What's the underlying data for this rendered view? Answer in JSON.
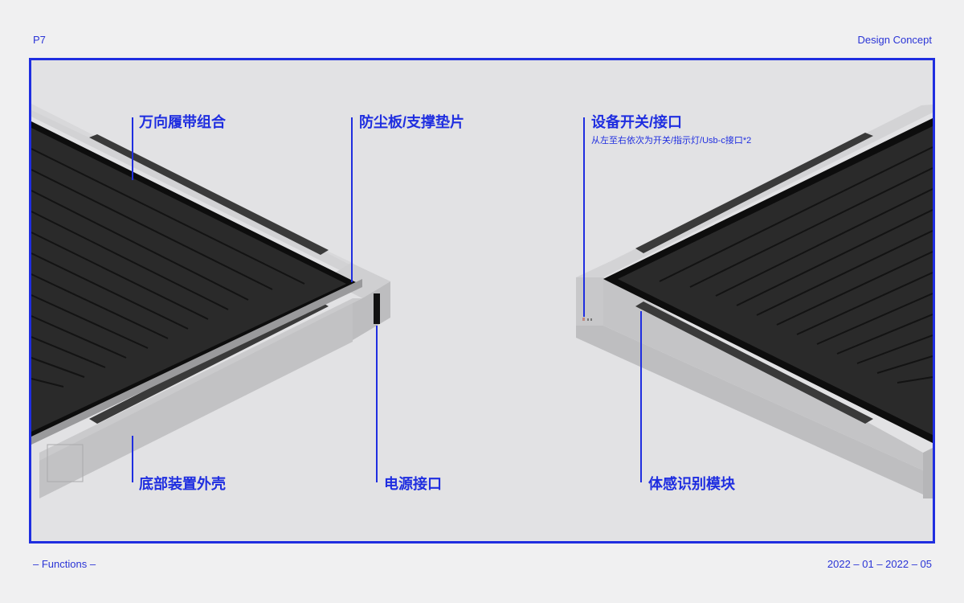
{
  "header": {
    "page_number": "P7",
    "section_title": "Design Concept"
  },
  "footer": {
    "section_label": "– Functions –",
    "date_range": "2022 – 01 – 2022 – 05"
  },
  "callouts": {
    "track": {
      "label": "万向履带组合"
    },
    "dust_panel": {
      "label": "防尘板/支撑垫片"
    },
    "switch_port": {
      "label": "设备开关/接口",
      "sub": "从左至右依次为开关/指示灯/Usb-c接口*2"
    },
    "bottom_shell": {
      "label": "底部装置外壳"
    },
    "power_port": {
      "label": "电源接口"
    },
    "motion_sensor": {
      "label": "体感识别模块"
    }
  },
  "colors": {
    "accent": "#1f2ee0",
    "frame_bg": "#e2e2e4",
    "page_bg": "#f0f0f1",
    "device_body": "#c6c6c8",
    "device_tracks": "#2b2b2b"
  }
}
